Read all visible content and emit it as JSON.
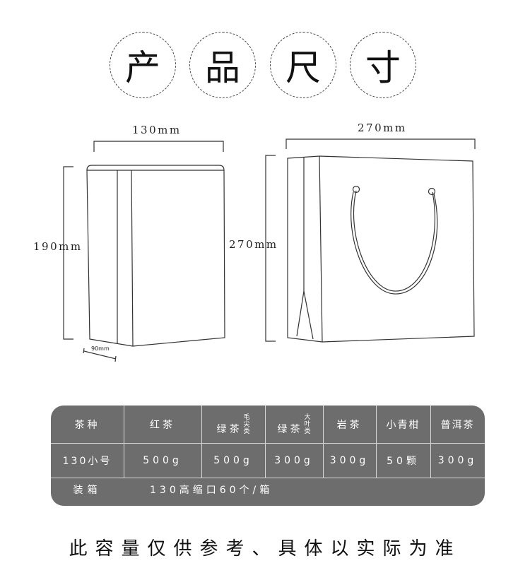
{
  "title_chars": [
    "产",
    "品",
    "尺",
    "寸"
  ],
  "dimensions": {
    "box_width": "130mm",
    "box_height": "190mm",
    "box_depth": "90mm",
    "bag_width": "270mm",
    "bag_height": "270mm"
  },
  "table": {
    "header": {
      "label": "茶种",
      "hongcha": "红茶",
      "lvcha_main": "绿茶",
      "lvcha_maojian": [
        "毛",
        "尖",
        "类"
      ],
      "lvcha2_main": "绿茶",
      "lvcha_daye": [
        "大",
        "叶",
        "类"
      ],
      "yancha": "岩茶",
      "xiaoqinggan": "小青柑",
      "puer": "普洱茶"
    },
    "row": {
      "label": "130小号",
      "hongcha": "500g",
      "lvcha_maojian": "500g",
      "lvcha_daye": "300g",
      "yancha": "300g",
      "xiaoqinggan": "50颗",
      "puer": "300g"
    },
    "packing": {
      "label": "装箱",
      "value": "130高缩口60个/箱"
    }
  },
  "footnote": "此容量仅供参考、具体以实际为准"
}
